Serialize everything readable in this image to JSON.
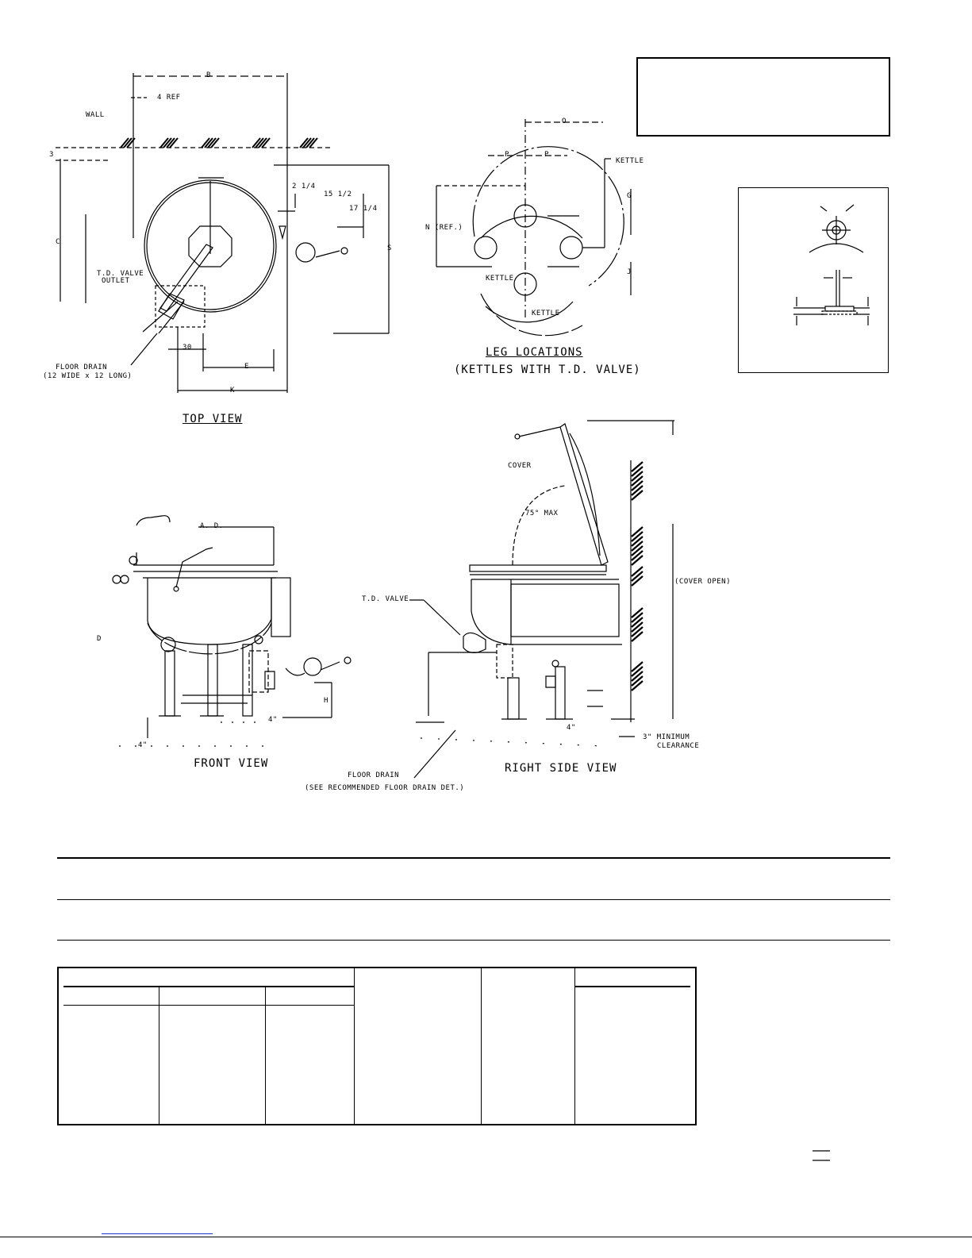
{
  "top_view": {
    "title": "TOP VIEW",
    "labels": {
      "dim_b": "B",
      "ref_4": "4  REF",
      "wall": "WALL",
      "dim_3": "3",
      "dim_c": "C",
      "dim_2_1_4": "2 1/4",
      "dim_15_1_2": "15 1/2",
      "dim_17_1_4": "17 1/4",
      "dim_s": "S",
      "td_valve_outlet_1": "T.D. VALVE",
      "td_valve_outlet_2": "OUTLET",
      "dim_30": "30",
      "dim_e": "E",
      "floor_drain_1": "FLOOR DRAIN",
      "floor_drain_2": "(12 WIDE x 12 LONG)",
      "dim_k": "K"
    }
  },
  "leg_locations": {
    "title": "LEG LOCATIONS",
    "subtitle": "(KETTLES WITH T.D. VALVE)",
    "labels": {
      "dim_o": "O",
      "dim_p1": "P",
      "dim_p2": "P",
      "kettle": "KETTLE",
      "dim_g": "G",
      "dim_n": "N (REF.)",
      "kettle_cl": "KETTLE",
      "dim_j": "J",
      "kettle_cl2": "KETTLE"
    }
  },
  "front_view": {
    "title": "FRONT VIEW",
    "labels": {
      "dim_a": "A. D.",
      "dim_d": "D",
      "dim_h": "H",
      "dim_4a": "4\"",
      "dim_4b": "4\""
    }
  },
  "right_side_view": {
    "title": "RIGHT SIDE VIEW",
    "labels": {
      "cover": "COVER",
      "max_75": "75° MAX",
      "td_valve": "T.D. VALVE",
      "cover_open": "(COVER OPEN)",
      "dim_4": "4\"",
      "clearance_1": "3\" MINIMUM",
      "clearance_2": "CLEARANCE",
      "floor_drain_1": "FLOOR DRAIN",
      "floor_drain_2": "(SEE RECOMMENDED FLOOR DRAIN DET.)"
    }
  }
}
